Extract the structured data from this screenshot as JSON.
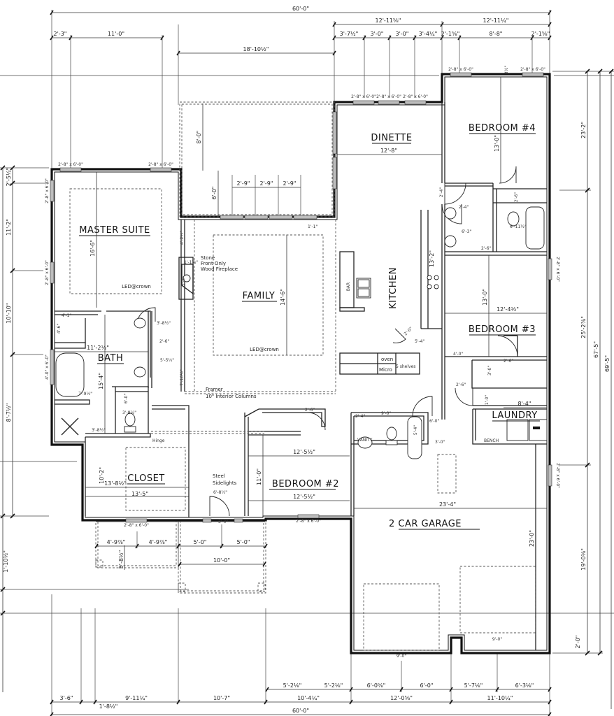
{
  "plan": {
    "overall_width_top": "60'-0\"",
    "overall_width_bottom": "60'-0\"",
    "overall_depth_right": "69'-5\"",
    "right_depth_mid": "67'-5\""
  },
  "rooms": [
    {
      "id": "master-suite",
      "label": "MASTER SUITE",
      "note": "LED@crown",
      "dim_v": "16'-6\""
    },
    {
      "id": "family",
      "label": "FAMILY",
      "note": "LED@crown",
      "dim_v": "14'-6\""
    },
    {
      "id": "dinette",
      "label": "DINETTE",
      "dim_h": "12'-8\""
    },
    {
      "id": "kitchen",
      "label": "KITCHEN",
      "dim_v": "13'-2\""
    },
    {
      "id": "bedroom-4",
      "label": "BEDROOM #4",
      "dim_v": "13'-0\""
    },
    {
      "id": "bedroom-3",
      "label": "BEDROOM #3",
      "dim_v": "13'-0\"",
      "dim_h": "12'-4½\""
    },
    {
      "id": "bath",
      "label": "BATH",
      "dim_v": "15'-4\"",
      "dim_h": "11'-2½\""
    },
    {
      "id": "closet",
      "label": "CLOSET",
      "dim_h": "13'-5\"",
      "dim_h2": "13'-8½\"",
      "dim_v": "10'-2\""
    },
    {
      "id": "bedroom-2",
      "label": "BEDROOM #2",
      "dim_h": "12'-5½\"",
      "dim_h2": "12'-5½\"",
      "dim_v": "11'-0\""
    },
    {
      "id": "laundry",
      "label": "LAUNDRY",
      "dim_h": "8'-4\""
    },
    {
      "id": "garage",
      "label": "2 CAR GARAGE",
      "dim_h": "23'-4\"",
      "dim_v": "23'-0\""
    }
  ],
  "notes": {
    "fireplace": [
      "Stone",
      "Front Only",
      "Wood Fireplace"
    ],
    "columns": [
      "Framer",
      "10\" Interior Columns"
    ],
    "sidelights": [
      "Steel",
      "Sidelights"
    ],
    "oven": "oven",
    "micro": "Micro",
    "shelves": "5 shelves",
    "bench": "BENCH",
    "hinge": "Hinge",
    "kitchen_bar": "BAR",
    "vanity": "VANITY",
    "fireplace_dim": "1'-1¼\"",
    "fireplace_dim2": "5'-5\"",
    "family_corner": "1'-1\""
  },
  "dims_top": {
    "row1": [
      "2'-3\"",
      "11'-0\""
    ],
    "row2": [
      "18'-10½\""
    ],
    "row3": [
      "12'-11⅝\"",
      "12'-11¼\""
    ],
    "row4": [
      "3'-7½\"",
      "3'-0\"",
      "3'-0\"",
      "3'-4¼\"",
      "2'-1⅝\"",
      "8'-8\"",
      "2'-1⅝\""
    ],
    "bay_depth": "8'-0\"",
    "bay_inner": "6'-0\"",
    "bay_mullions": [
      "2'-9\"",
      "2'-9\"",
      "2'-9\""
    ],
    "bed4_jamb": "3½\""
  },
  "dims_bottom": {
    "row1": [
      "5'-2⅛\"",
      "5'-2⅛\"",
      "6'-0⅝\"",
      "6'-0\"",
      "5'-7⅛\"",
      "6'-3⅛\""
    ],
    "row2": [
      "3'-6\"",
      "1'-8½\"",
      "9'-11¼\"",
      "10'-7\"",
      "10'-4¼\"",
      "12'-0⅝\"",
      "11'-10¼\""
    ],
    "garage_doors": [
      "9'-0\"",
      "9'-0\""
    ]
  },
  "dims_left": [
    "2'-5½\"",
    "11'-2\"",
    "10'-10\"",
    "8'-7½\"",
    "1'-10½\""
  ],
  "dims_right": [
    "23'-2\"",
    "25'-2⅞\"",
    "19'-0⅛\"",
    "2'-0\""
  ],
  "dims_porch": {
    "left": [
      "4'-9⅞\"",
      "4'-9⅞\""
    ],
    "left_depth": "5'-8½\"",
    "right": [
      "5'-0\"",
      "5'-0\""
    ],
    "right_total": "10'-0\""
  },
  "dims_interior": {
    "dinette_bed4_door": "2'-4\"",
    "bath4_a": "2'-6\"",
    "bath4_b": "6'-11½\"",
    "bath4_c": "6'-3\"",
    "bath4_d": "2'-4\"",
    "bath4_e": "2'-6\"",
    "bed3_door": "2'-6\"",
    "bed3_dim": "4'-0\"",
    "pantry": "5'-4\"",
    "pantry_door": "2'-0\"",
    "laundry_v": "3'-0\"",
    "laundry_v2": "1'-0\"",
    "hall_bath_w": "9'-0\"",
    "hall_bath_v": "5'-4\"",
    "hall_bath_door": "2'-4\"",
    "garage_entry": "6'-0\"",
    "garage_door": "3'-0\"",
    "laundry_door": "2'-6\"",
    "master_closet": "4'-1\"",
    "master_closet_v": "4'-6\"",
    "master_bath_a": "3'-8½\"",
    "master_bath_b": "5'-5¼\"",
    "master_bath_c": "7'-9½\"",
    "master_wc": "3'-8½\"",
    "master_wc_v": "6'-0\"",
    "master_closet_door": "3'-8½\"",
    "hall": "7'-10½\"",
    "fam_left": "4'-2½\"",
    "family_hall": "2'-6\"",
    "bed2_door": "2'-6\"",
    "foyer": "6'-8½\"",
    "foyer_door": "3'-0\""
  },
  "windows": {
    "std": "2'-8\" x 6'-0\"",
    "tall": "4'-0\" x 6'-0\""
  }
}
